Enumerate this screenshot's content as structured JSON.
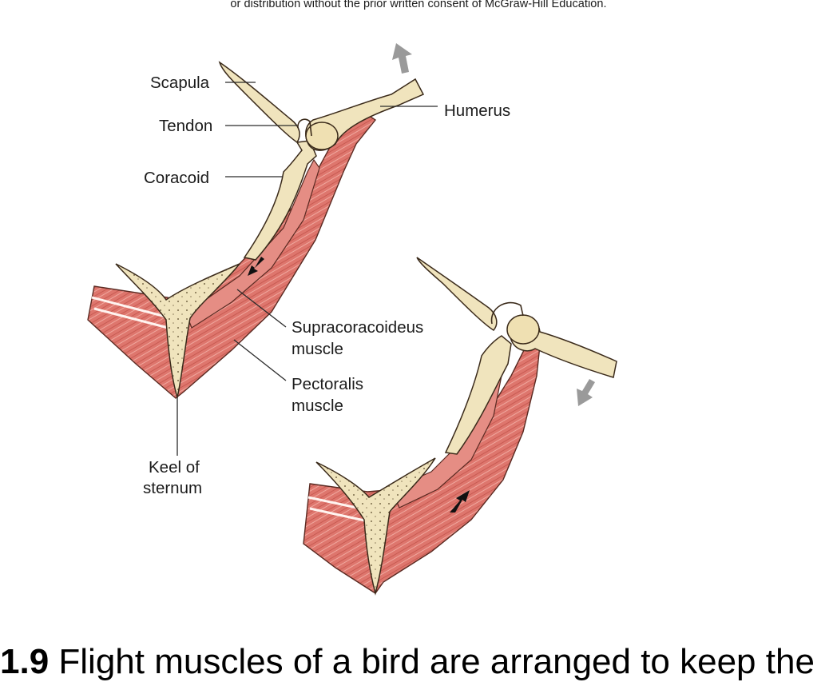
{
  "header": {
    "copyright_line": "or distribution without the prior written consent of McGraw-Hill Education."
  },
  "labels": {
    "scapula": "Scapula",
    "tendon": "Tendon",
    "coracoid": "Coracoid",
    "humerus": "Humerus",
    "supracoracoideus_1": "Supracoracoideus",
    "supracoracoideus_2": "muscle",
    "pectoralis_1": "Pectoralis",
    "pectoralis_2": "muscle",
    "keel_1": "Keel of",
    "keel_2": "sternum"
  },
  "caption": {
    "number": "1.9",
    "text": "Flight muscles of a bird are arranged to keep the"
  },
  "colors": {
    "muscle": "#d96a62",
    "muscle_light": "#eea79c",
    "bone": "#f0e4bd",
    "bone_shade": "#d7c290",
    "outline": "#3a2a1a",
    "motion_arrow_gray": "#9a9a9a",
    "force_arrow": "#111111"
  }
}
